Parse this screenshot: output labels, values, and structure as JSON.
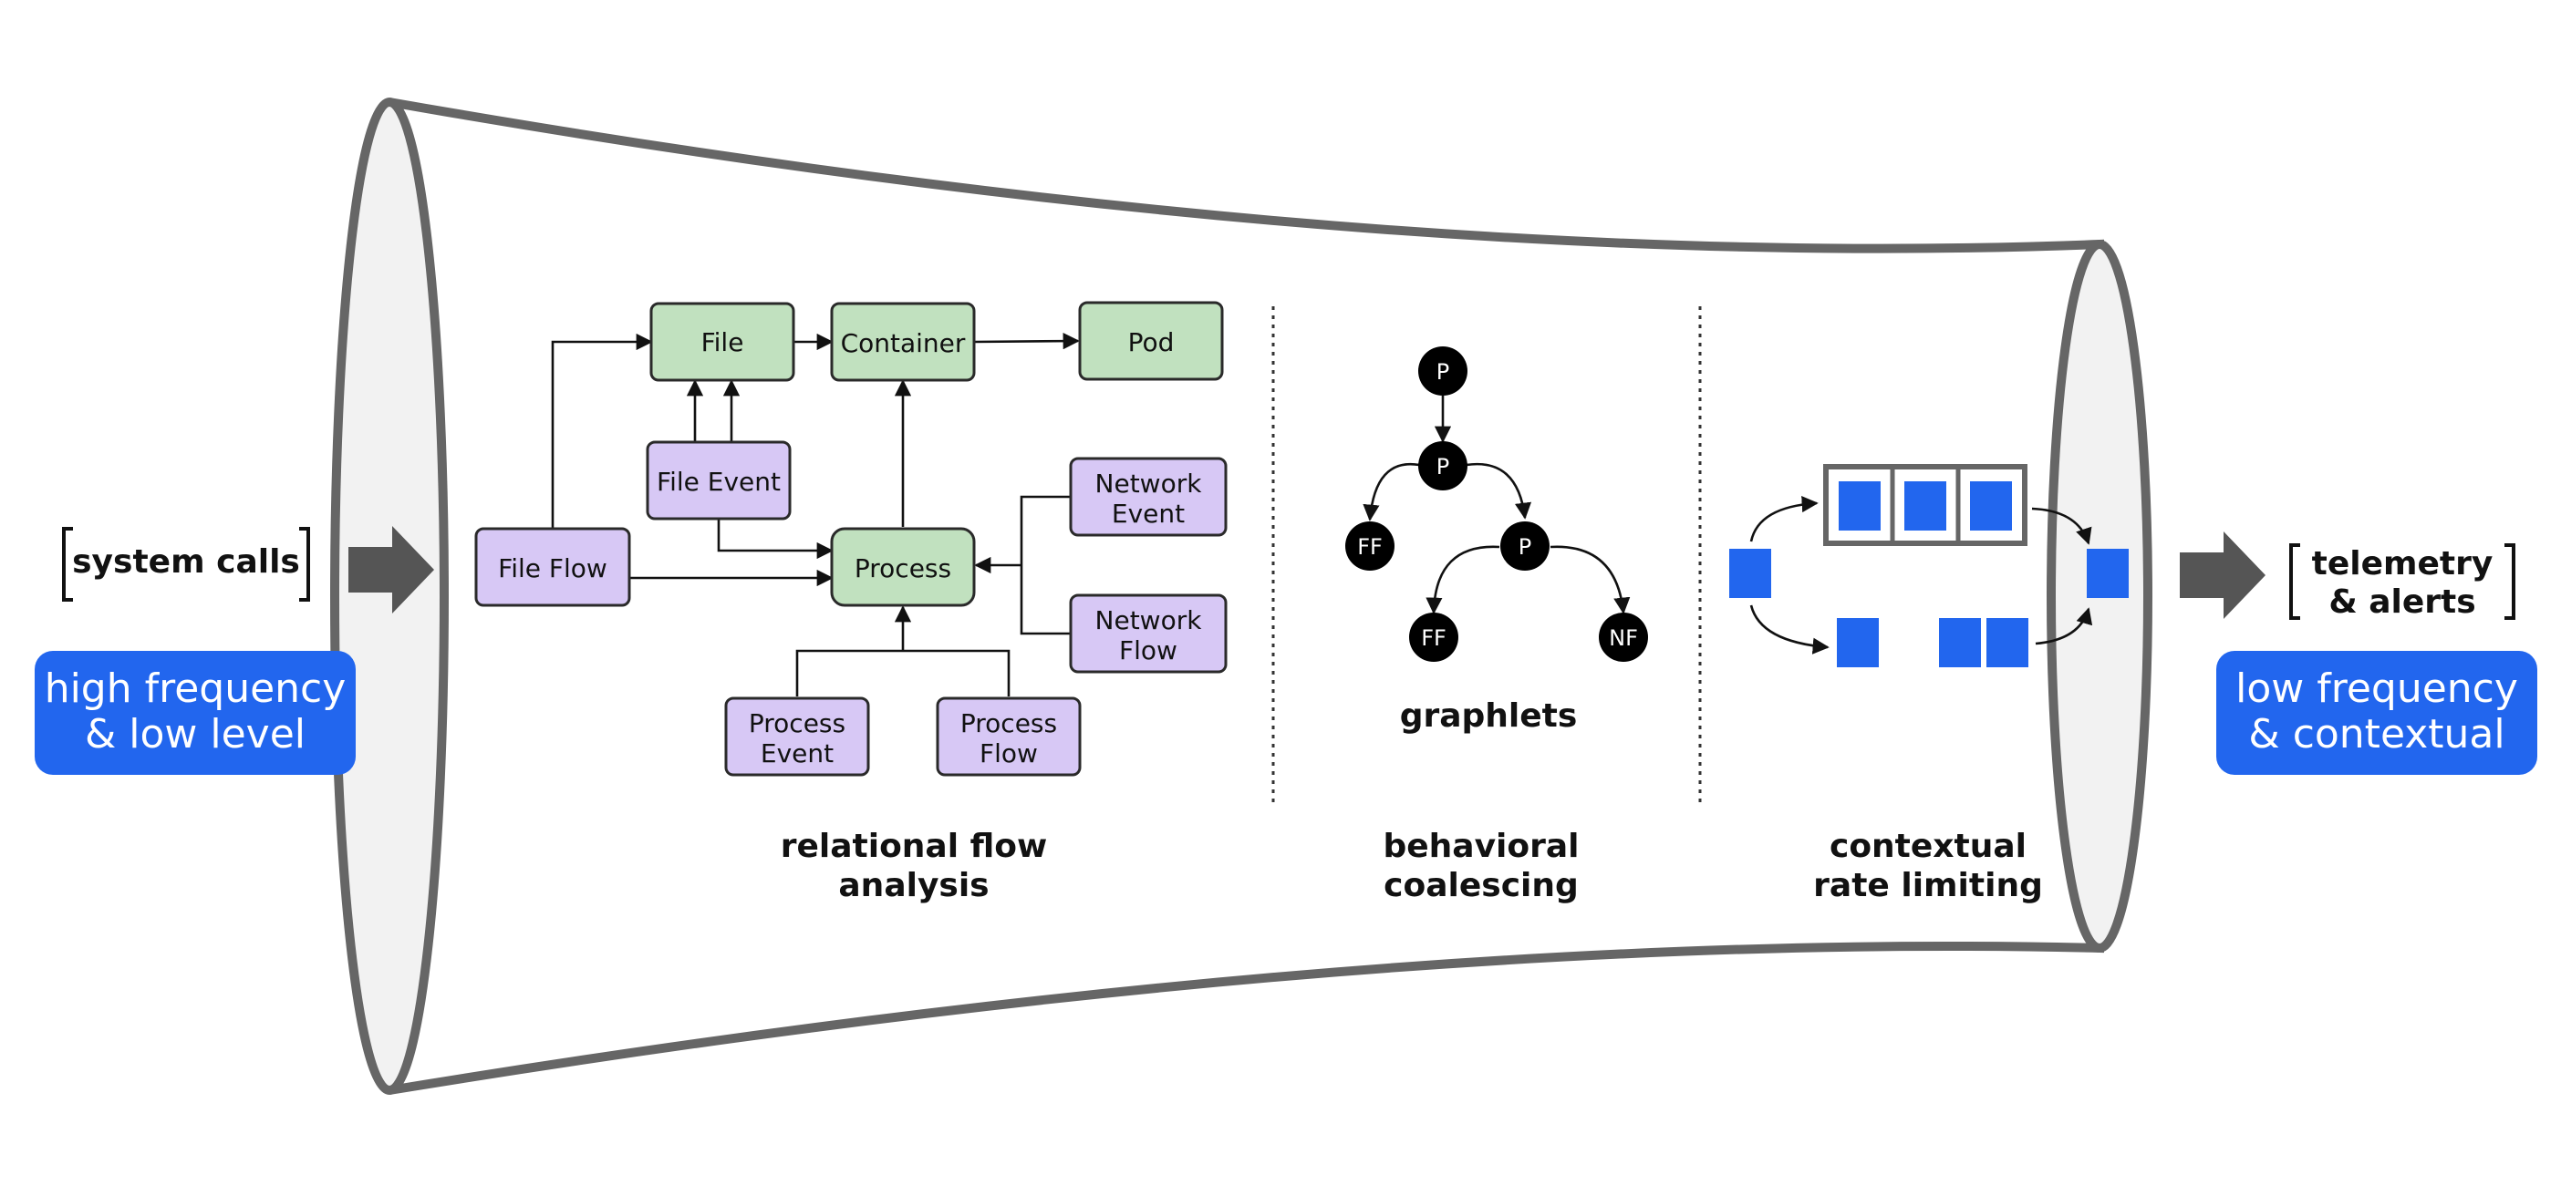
{
  "colors": {
    "outline": "#666666",
    "rim_fill": "#f2f2f2",
    "entity_fill": "#c1e1bf",
    "event_fill": "#d7c8f5",
    "accent_blue": "#2266ee",
    "node_black": "#000000"
  },
  "input": {
    "bracket_label": "system calls",
    "badge_line1": "high frequency",
    "badge_line2": "& low level"
  },
  "output": {
    "bracket_line1": "telemetry",
    "bracket_line2": "& alerts",
    "badge_line1": "low frequency",
    "badge_line2": "& contextual"
  },
  "flow": {
    "caption_line1": "relational flow",
    "caption_line2": "analysis",
    "nodes": {
      "file": "File",
      "container": "Container",
      "pod": "Pod",
      "file_event": "File Event",
      "file_flow": "File Flow",
      "process": "Process",
      "network_event_1": "Network",
      "network_event_2": "Event",
      "network_flow_1": "Network",
      "network_flow_2": "Flow",
      "process_event_1": "Process",
      "process_event_2": "Event",
      "process_flow_1": "Process",
      "process_flow_2": "Flow"
    }
  },
  "coalescing": {
    "graph_label": "graphlets",
    "caption_line1": "behavioral",
    "caption_line2": "coalescing",
    "nodes": {
      "p1": "P",
      "p2": "P",
      "p3": "P",
      "ff1": "FF",
      "ff2": "FF",
      "nf": "NF"
    }
  },
  "rate_limiting": {
    "caption_line1": "contextual",
    "caption_line2": "rate limiting"
  }
}
